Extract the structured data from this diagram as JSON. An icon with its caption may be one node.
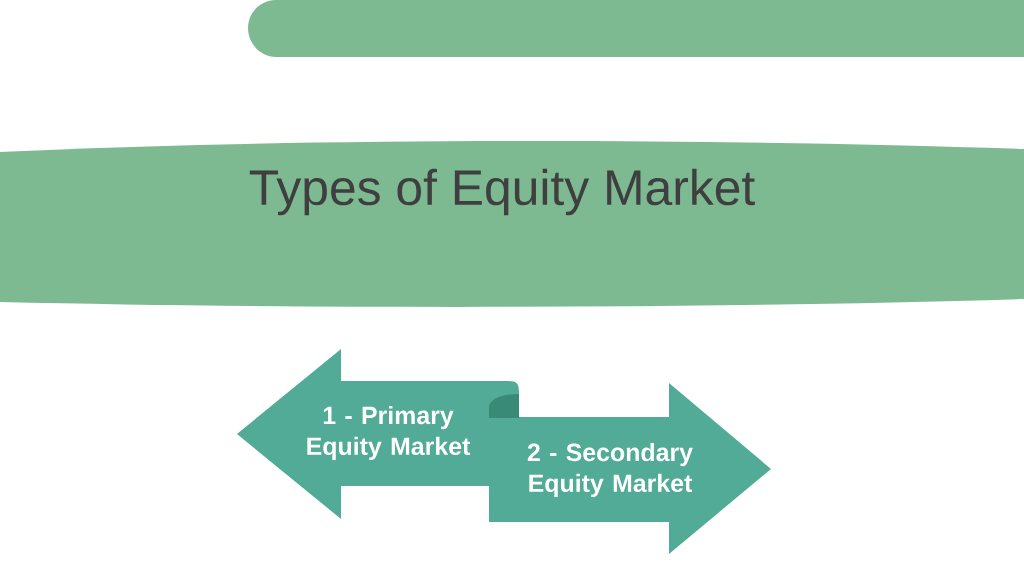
{
  "diagram": {
    "title": "Types of Equity Market",
    "nodes": [
      {
        "text": [
          "1 - Primary Equity Market"
        ]
      },
      {
        "text": [
          "2 - Secondary Equity Market"
        ]
      }
    ]
  }
}
